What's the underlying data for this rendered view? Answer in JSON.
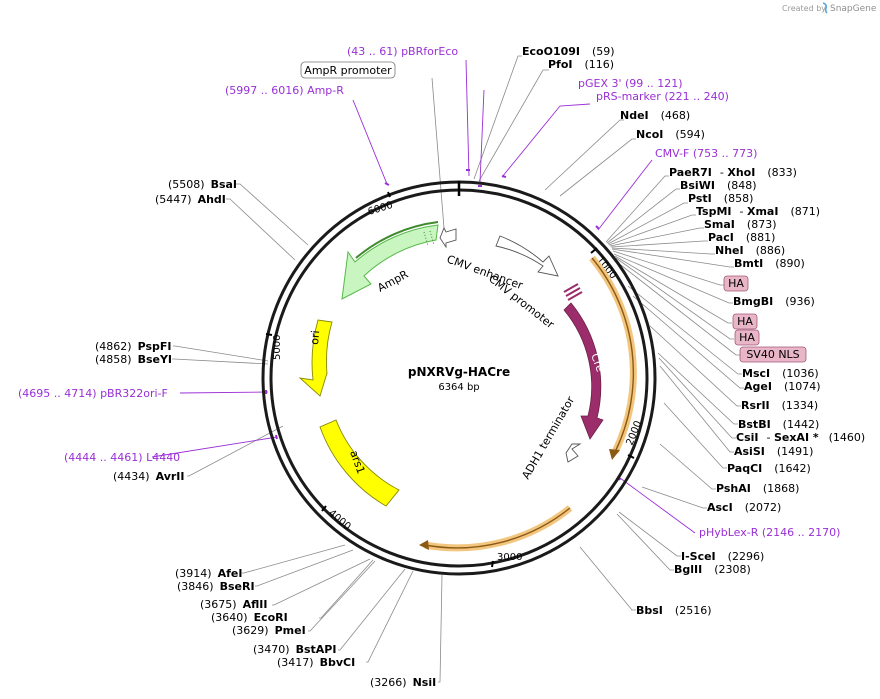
{
  "credit": {
    "prefix": "Created by",
    "brand": "SnapGene"
  },
  "plasmid": {
    "name": "pNXRVg-HACre",
    "size": "6364 bp"
  },
  "ticks": [
    "1000",
    "2000",
    "3000",
    "4000",
    "5000",
    "6000"
  ],
  "features": {
    "cmv_enhancer": "CMV enhancer",
    "cmv_promoter": "CMV promoter",
    "cre": "Cre",
    "adh1": "ADH1 terminator",
    "ampr": "AmpR",
    "ori": "ori",
    "ars1": "ars1",
    "ampr_promoter": "AmpR promoter",
    "ha1": "HA",
    "ha2": "HA",
    "ha3": "HA",
    "sv40": "SV40 NLS"
  },
  "primers": {
    "pbrforeco": {
      "range": "(43 .. 61)",
      "name": "pBRforEco"
    },
    "ampr_primer": {
      "range": "(5997 .. 6016)",
      "name": "Amp-R"
    },
    "pgex3": {
      "name": "pGEX 3'",
      "range": "(99 .. 121)"
    },
    "prs": {
      "name": "pRS-marker",
      "range": "(221 .. 240)"
    },
    "cmvf": {
      "name": "CMV-F",
      "range": "(753 .. 773)"
    },
    "pbr322": {
      "range": "(4695 .. 4714)",
      "name": "pBR322ori-F"
    },
    "l4440": {
      "range": "(4444 .. 4461)",
      "name": "L4440"
    },
    "phyblex": {
      "name": "pHybLex-R",
      "range": "(2146 .. 2170)"
    }
  },
  "sites": {
    "ecoo109i": {
      "name": "EcoO109I",
      "pos": "(59)"
    },
    "pfoi": {
      "name": "PfoI",
      "pos": "(116)"
    },
    "ndei": {
      "name": "NdeI",
      "pos": "(468)"
    },
    "ncoi": {
      "name": "NcoI",
      "pos": "(594)"
    },
    "paer7i": {
      "name": "PaeR7I",
      "dash": "- ",
      "name2": "XhoI",
      "pos": "(833)"
    },
    "bsiwi": {
      "name": "BsiWI",
      "pos": "(848)"
    },
    "psti": {
      "name": "PstI",
      "pos": "(858)"
    },
    "tspmi": {
      "name": "TspMI",
      "dash": "- ",
      "name2": "XmaI",
      "pos": "(871)"
    },
    "smai": {
      "name": "SmaI",
      "pos": "(873)"
    },
    "paci": {
      "name": "PacI",
      "pos": "(881)"
    },
    "nhei": {
      "name": "NheI",
      "pos": "(886)"
    },
    "bmti": {
      "name": "BmtI",
      "pos": "(890)"
    },
    "bmgbi": {
      "name": "BmgBI",
      "pos": "(936)"
    },
    "msci": {
      "name": "MscI",
      "pos": "(1036)"
    },
    "agei": {
      "name": "AgeI",
      "pos": "(1074)"
    },
    "rsrii": {
      "name": "RsrII",
      "pos": "(1334)"
    },
    "bstbi": {
      "name": "BstBI",
      "pos": "(1442)"
    },
    "csii": {
      "name": "CsiI",
      "dash": "- ",
      "name2": "SexAI *",
      "pos": "(1460)"
    },
    "asisi": {
      "name": "AsiSI",
      "pos": "(1491)"
    },
    "paqci": {
      "name": "PaqCI",
      "pos": "(1642)"
    },
    "pshai": {
      "name": "PshAI",
      "pos": "(1868)"
    },
    "asci": {
      "name": "AscI",
      "pos": "(2072)"
    },
    "iscei": {
      "name": "I-SceI",
      "pos": "(2296)"
    },
    "bglii": {
      "name": "BglII",
      "pos": "(2308)"
    },
    "bbsi": {
      "name": "BbsI",
      "pos": "(2516)"
    },
    "nsii": {
      "name": "NsiI",
      "pos": "(3266)"
    },
    "bbvci": {
      "name": "BbvCI",
      "pos": "(3417)"
    },
    "bstapi": {
      "name": "BstAPI",
      "pos": "(3470)"
    },
    "pmei": {
      "name": "PmeI",
      "pos": "(3629)"
    },
    "ecori": {
      "name": "EcoRI",
      "pos": "(3640)"
    },
    "aflii": {
      "name": "AflII",
      "pos": "(3675)"
    },
    "bseri": {
      "name": "BseRI",
      "pos": "(3846)"
    },
    "afei": {
      "name": "AfeI",
      "pos": "(3914)"
    },
    "avrii": {
      "name": "AvrII",
      "pos": "(4434)"
    },
    "bseyi": {
      "name": "BseYI",
      "pos": "(4858)"
    },
    "pspfi": {
      "name": "PspFI",
      "pos": "(4862)"
    },
    "ahdi": {
      "name": "AhdI",
      "pos": "(5447)"
    },
    "bsai": {
      "name": "BsaI",
      "pos": "(5508)"
    }
  },
  "colors": {
    "primer": "#9a2fd6",
    "cre": "#9b2d6a",
    "ampr_fill": "#c8f5c0",
    "ampr_stroke": "#58b84a",
    "ori_fill": "#ffff00",
    "orf_highlight": "#f3c680",
    "ha_fill": "#e9b6c8",
    "backbone": "#1a1a1a"
  }
}
